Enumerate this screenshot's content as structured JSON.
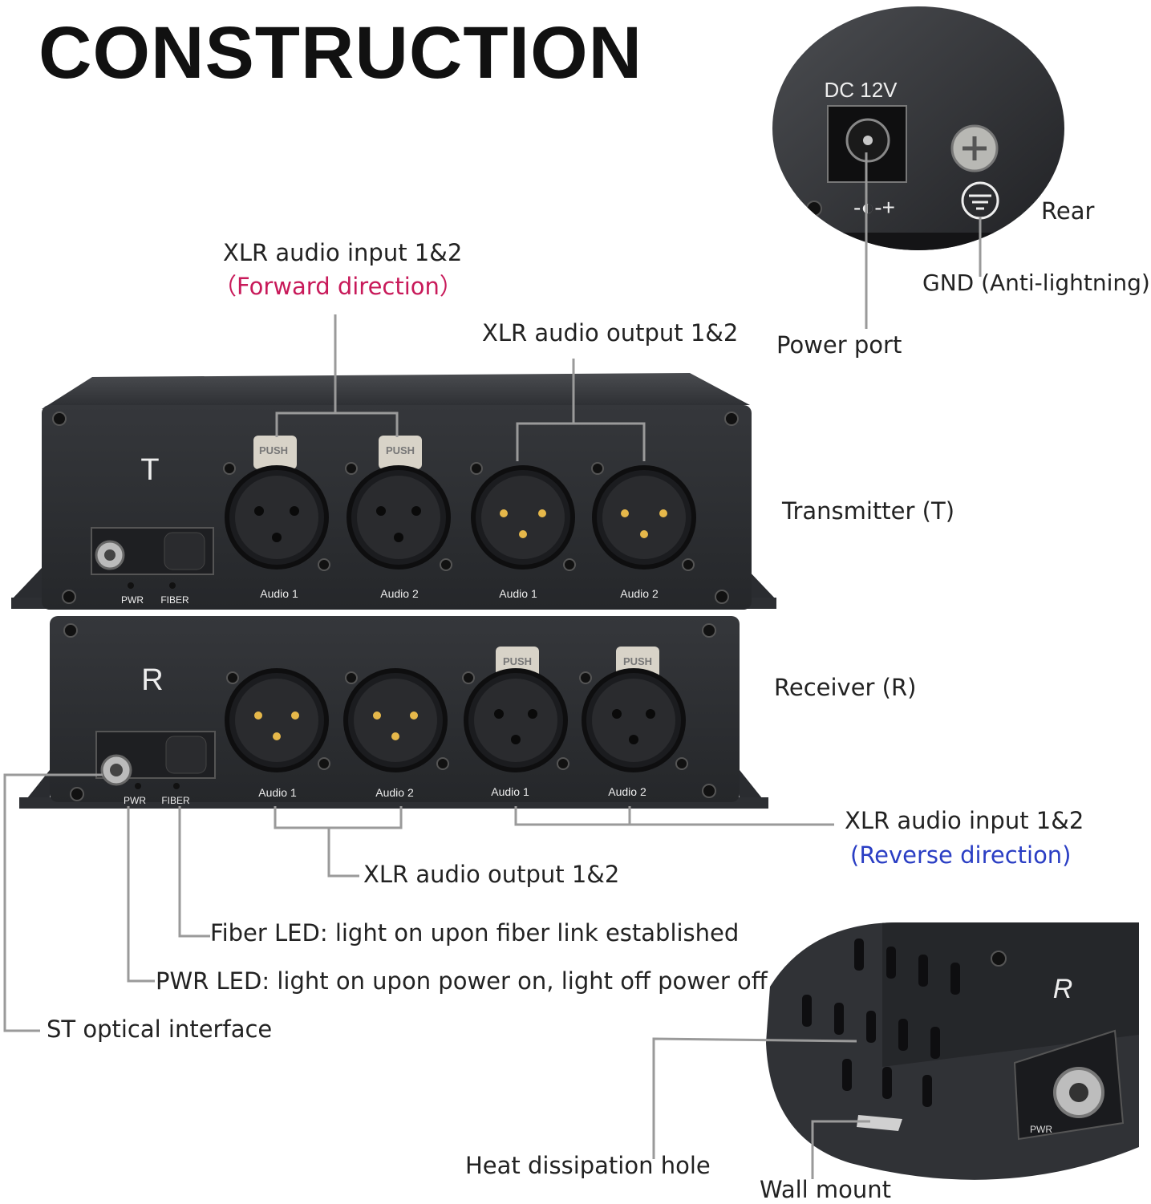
{
  "title": "CONSTRUCTION",
  "rear_inset": {
    "dc_label": "DC 12V",
    "polarity_label": "-◐-+",
    "rear_label": "Rear",
    "gnd_label": "GND (Anti-lightning)",
    "power_port_label": "Power port"
  },
  "transmitter": {
    "letter": "T",
    "label": "Transmitter (T)",
    "push_label": "PUSH",
    "pwr_led": "PWR",
    "fiber_led": "FIBER",
    "ports": [
      "Audio 1",
      "Audio 2",
      "Audio 1",
      "Audio 2"
    ]
  },
  "receiver": {
    "letter": "R",
    "label": "Receiver (R)",
    "push_label": "PUSH",
    "pwr_led": "PWR",
    "fiber_led": "FIBER",
    "ports": [
      "Audio 1",
      "Audio 2",
      "Audio 1",
      "Audio 2"
    ]
  },
  "callouts": {
    "xlr_in_fwd": "XLR audio input 1&2",
    "xlr_in_fwd_sub": "（Forward direction）",
    "xlr_out_top": "XLR audio output 1&2",
    "xlr_in_rev": "XLR audio input 1&2",
    "xlr_in_rev_sub": "(Reverse direction)",
    "xlr_out_bottom": "XLR audio output 1&2",
    "fiber_led": "Fiber LED: light on upon fiber link established",
    "pwr_led": "PWR LED: light on upon power on, light off power off",
    "st_optical": "ST optical interface",
    "heat": "Heat dissipation hole",
    "wall": "Wall mount"
  },
  "side_inset": {
    "letter": "R",
    "pwr_led": "PWR"
  }
}
